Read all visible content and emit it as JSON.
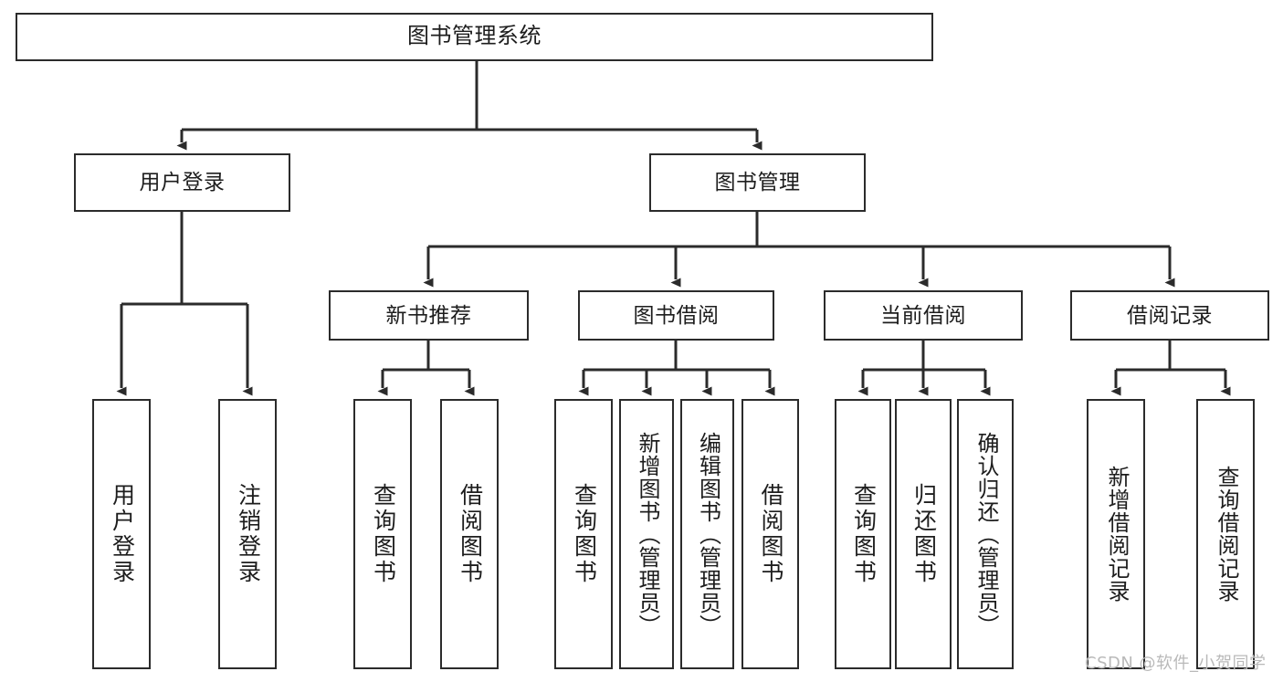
{
  "diagram": {
    "type": "tree-hierarchy",
    "title": "图书管理系统",
    "colors": {
      "stroke": "#2b2b2b",
      "fill": "#ffffff",
      "text": "#1d1d1d",
      "watermark": "#b9b9b9"
    },
    "nodes": {
      "root": {
        "label": "图书管理系统",
        "level": 1
      },
      "level2": [
        {
          "id": "user-login",
          "label": "用户登录",
          "level": 2
        },
        {
          "id": "book-manage",
          "label": "图书管理",
          "level": 2
        }
      ],
      "level3": [
        {
          "id": "new-book-recommend",
          "label": "新书推荐",
          "level": 3,
          "parent": "book-manage"
        },
        {
          "id": "book-borrow",
          "label": "图书借阅",
          "level": 3,
          "parent": "book-manage"
        },
        {
          "id": "current-borrow",
          "label": "当前借阅",
          "level": 3,
          "parent": "book-manage"
        },
        {
          "id": "borrow-record",
          "label": "借阅记录",
          "level": 3,
          "parent": "book-manage"
        }
      ],
      "leaves": [
        {
          "id": "leaf-user-login",
          "label": "用户登录",
          "parent": "user-login"
        },
        {
          "id": "leaf-logout-login",
          "label": "注销登录",
          "parent": "user-login"
        },
        {
          "id": "leaf-query-book-1",
          "label": "查询图书",
          "parent": "new-book-recommend"
        },
        {
          "id": "leaf-borrow-book-1",
          "label": "借阅图书",
          "parent": "new-book-recommend"
        },
        {
          "id": "leaf-query-book-2",
          "label": "查询图书",
          "parent": "book-borrow"
        },
        {
          "id": "leaf-add-book-admin",
          "label": "新增图书（管理员）",
          "parent": "book-borrow"
        },
        {
          "id": "leaf-edit-book-admin",
          "label": "编辑图书（管理员）",
          "parent": "book-borrow"
        },
        {
          "id": "leaf-borrow-book-2",
          "label": "借阅图书",
          "parent": "book-borrow"
        },
        {
          "id": "leaf-query-book-3",
          "label": "查询图书",
          "parent": "current-borrow"
        },
        {
          "id": "leaf-return-book",
          "label": "归还图书",
          "parent": "current-borrow"
        },
        {
          "id": "leaf-confirm-return-admin",
          "label": "确认归还（管理员）",
          "parent": "current-borrow"
        },
        {
          "id": "leaf-add-borrow-record",
          "label": "新增借阅记录",
          "parent": "borrow-record"
        },
        {
          "id": "leaf-query-borrow-record",
          "label": "查询借阅记录",
          "parent": "borrow-record"
        }
      ]
    },
    "watermark": "CSDN @软件_小贺同学"
  }
}
